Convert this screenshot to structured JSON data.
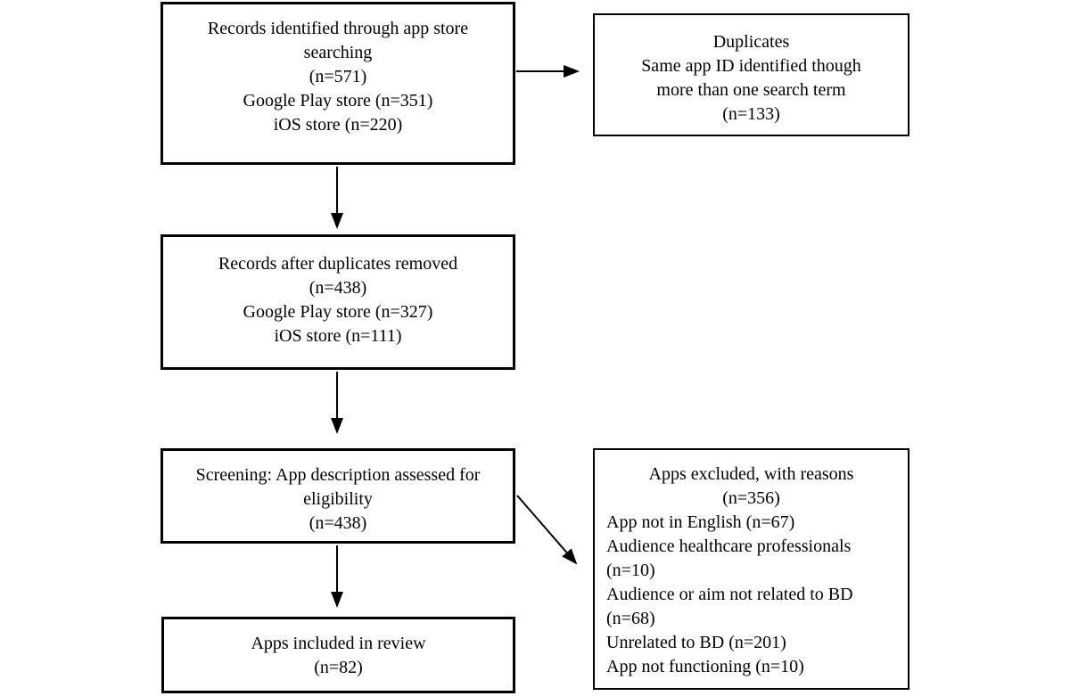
{
  "colors": {
    "ink": "#000000",
    "background": "#ffffff"
  },
  "boxes": [
    {
      "id": "records-identified",
      "lines": [
        "Records identified through app store",
        "searching",
        "(n=571)",
        "Google Play store (n=351)",
        "iOS store (n=220)"
      ]
    },
    {
      "id": "duplicates",
      "lines": [
        "Duplicates",
        "Same app ID identified though",
        "more than one search term",
        "(n=133)"
      ]
    },
    {
      "id": "records-after-duplicates",
      "lines": [
        "Records after duplicates removed",
        "(n=438)",
        "Google Play store (n=327)",
        "iOS store (n=111)"
      ]
    },
    {
      "id": "screening",
      "lines": [
        "Screening: App description assessed for",
        "eligibility",
        "(n=438)"
      ]
    },
    {
      "id": "apps-excluded",
      "centered_lines": [
        "Apps excluded, with reasons",
        "(n=356)"
      ],
      "reason_lines": [
        "App not in English (n=67)",
        "Audience healthcare professionals",
        "(n=10)",
        "Audience or aim not related to BD",
        "(n=68)",
        "Unrelated to BD (n=201)",
        "App not functioning (n=10)"
      ]
    },
    {
      "id": "apps-included",
      "lines": [
        "Apps included in review",
        "(n=82)"
      ]
    }
  ],
  "arrows": [
    {
      "from": "records-identified",
      "to": "duplicates"
    },
    {
      "from": "records-identified",
      "to": "records-after-duplicates"
    },
    {
      "from": "records-after-duplicates",
      "to": "screening"
    },
    {
      "from": "screening",
      "to": "apps-excluded"
    },
    {
      "from": "screening",
      "to": "apps-included"
    }
  ]
}
